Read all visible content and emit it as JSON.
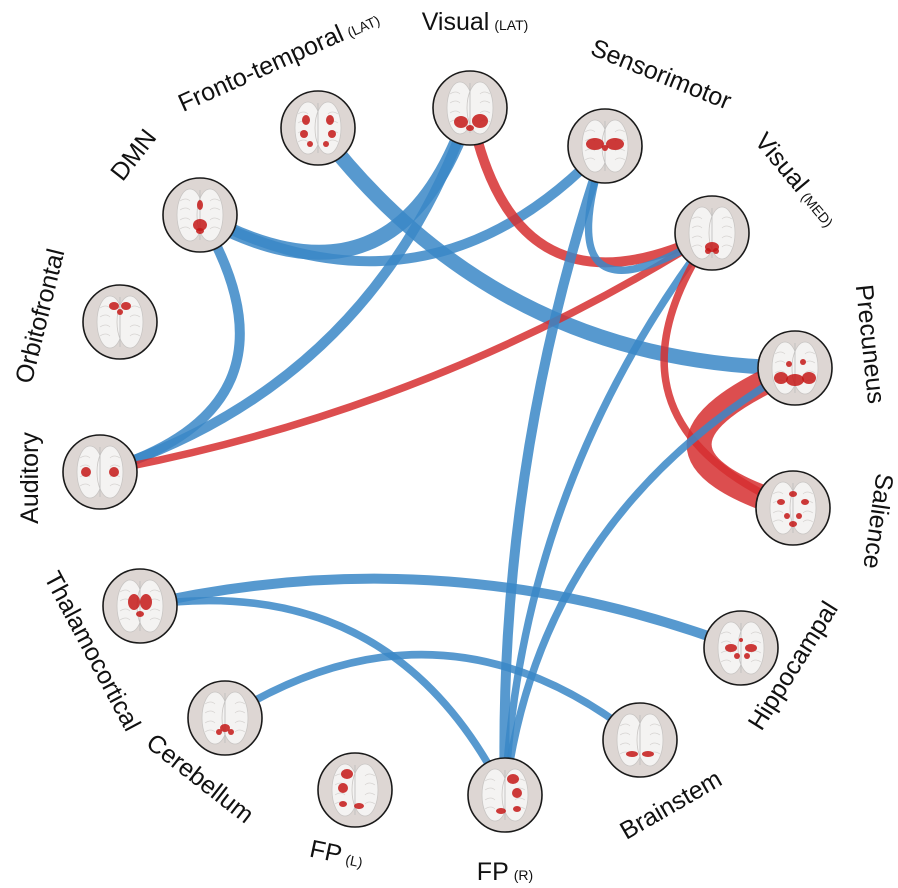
{
  "nodes": [
    {
      "id": "visual_lat",
      "name": "Visual",
      "sub": "(LAT)"
    },
    {
      "id": "sensorimotor",
      "name": "Sensorimotor",
      "sub": ""
    },
    {
      "id": "visual_med",
      "name": "Visual",
      "sub": "(MED)"
    },
    {
      "id": "precuneus",
      "name": "Precuneus",
      "sub": ""
    },
    {
      "id": "salience",
      "name": "Salience",
      "sub": ""
    },
    {
      "id": "hippocampal",
      "name": "Hippocampal",
      "sub": ""
    },
    {
      "id": "brainstem",
      "name": "Brainstem",
      "sub": ""
    },
    {
      "id": "fp_r",
      "name": "FP",
      "sub": "(R)"
    },
    {
      "id": "fp_l",
      "name": "FP",
      "sub": "(L)"
    },
    {
      "id": "cerebellum",
      "name": "Cerebellum",
      "sub": ""
    },
    {
      "id": "thalamocortical",
      "name": "Thalamocortical",
      "sub": ""
    },
    {
      "id": "auditory",
      "name": "Auditory",
      "sub": ""
    },
    {
      "id": "orbitofrontal",
      "name": "Orbitofrontal",
      "sub": ""
    },
    {
      "id": "dmn",
      "name": "DMN",
      "sub": ""
    },
    {
      "id": "fronto_temporal",
      "name": "Fronto-temporal",
      "sub": "(LAT)"
    }
  ],
  "connections": [
    {
      "source": "fronto_temporal",
      "target": "precuneus",
      "sign": "negative",
      "strength": 3
    },
    {
      "source": "dmn",
      "target": "visual_lat",
      "sign": "negative",
      "strength": 3
    },
    {
      "source": "dmn",
      "target": "sensorimotor",
      "sign": "negative",
      "strength": 2
    },
    {
      "source": "dmn",
      "target": "auditory",
      "sign": "negative",
      "strength": 2
    },
    {
      "source": "auditory",
      "target": "visual_lat",
      "sign": "negative",
      "strength": 2
    },
    {
      "source": "visual_lat",
      "target": "visual_med",
      "sign": "positive",
      "strength": 2
    },
    {
      "source": "auditory",
      "target": "visual_med",
      "sign": "positive",
      "strength": 1.5
    },
    {
      "source": "sensorimotor",
      "target": "visual_med",
      "sign": "negative",
      "strength": 1.5
    },
    {
      "source": "sensorimotor",
      "target": "fp_r",
      "sign": "negative",
      "strength": 2
    },
    {
      "source": "visual_med",
      "target": "fp_r",
      "sign": "negative",
      "strength": 1.5
    },
    {
      "source": "visual_med",
      "target": "salience",
      "sign": "positive",
      "strength": 1.5
    },
    {
      "source": "precuneus",
      "target": "salience",
      "sign": "positive",
      "strength": 5
    },
    {
      "source": "precuneus",
      "target": "fp_r",
      "sign": "negative",
      "strength": 1.5
    },
    {
      "source": "thalamocortical",
      "target": "hippocampal",
      "sign": "negative",
      "strength": 2
    },
    {
      "source": "cerebellum",
      "target": "brainstem",
      "sign": "negative",
      "strength": 1.5
    },
    {
      "source": "thalamocortical",
      "target": "fp_r",
      "sign": "negative",
      "strength": 1.5
    }
  ],
  "colors": {
    "positive": "#d62f30",
    "negative": "#3a87c7",
    "node_fill": "#ddd6d3",
    "node_stroke": "#1a1a1a",
    "brain_fill": "#f4f3f2",
    "activation": "#c41818"
  }
}
